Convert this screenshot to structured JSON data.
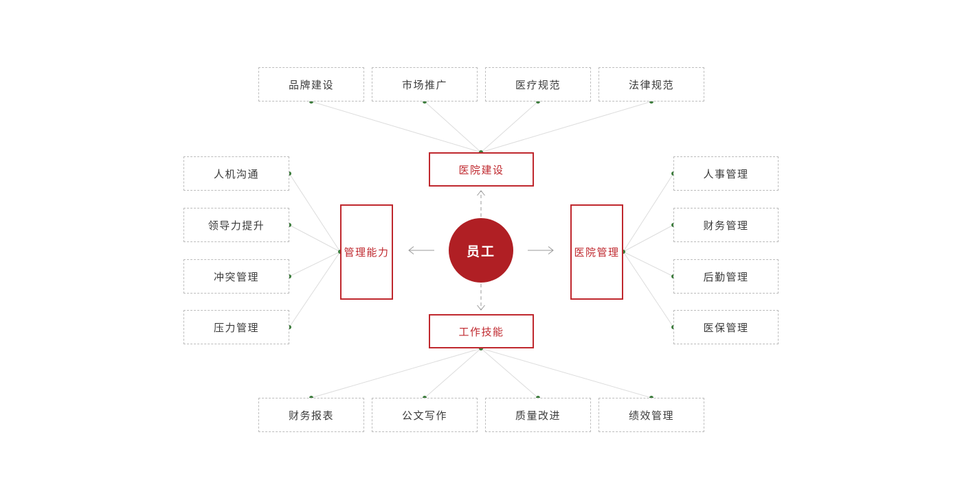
{
  "diagram": {
    "center": {
      "label": "员工"
    },
    "branches": [
      {
        "label": "医院建设",
        "position": "top",
        "leaves": [
          "品牌建设",
          "市场推广",
          "医疗规范",
          "法律规范"
        ]
      },
      {
        "label": "管理能力",
        "position": "left",
        "leaves": [
          "人机沟通",
          "领导力提升",
          "冲突管理",
          "压力管理"
        ]
      },
      {
        "label": "医院管理",
        "position": "right",
        "leaves": [
          "人事管理",
          "财务管理",
          "后勤管理",
          "医保管理"
        ]
      },
      {
        "label": "工作技能",
        "position": "bottom",
        "leaves": [
          "财务报表",
          "公文写作",
          "质量改进",
          "绩效管理"
        ]
      }
    ],
    "colors": {
      "center_fill": "#b01f24",
      "branch_border": "#bf272d",
      "branch_text": "#bf272d",
      "leaf_border": "#bcbcbc",
      "leaf_text": "#3a3a3a",
      "connector_line": "#dcdcdc",
      "arrow": "#999999",
      "connection_dot": "#3c7c3c"
    }
  }
}
